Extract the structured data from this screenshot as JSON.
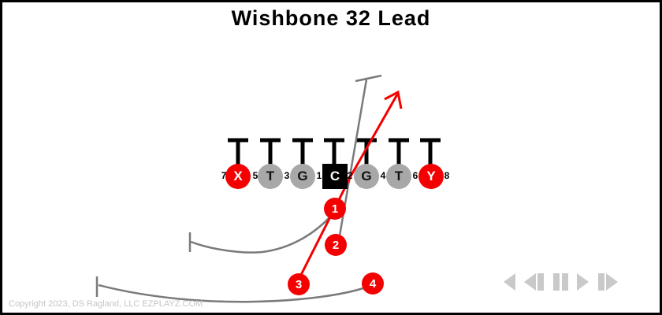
{
  "title": "Wishbone 32 Lead",
  "footer": {
    "copyright": "Copyright 2023, DS Ragland, LLC EZPLAYZ.COM"
  },
  "colors": {
    "route_red": "#f40000",
    "player_red": "#f40000",
    "player_gray": "#a8a8a8",
    "center_black": "#000000",
    "path_gray": "#7a7a7a",
    "marker_black": "#000000",
    "control_gray": "#c9c9c9",
    "copyright_gray": "#c5c5c5"
  },
  "formation": {
    "line_players": [
      {
        "pos": "X",
        "shape": "circle",
        "color": "red"
      },
      {
        "pos": "T",
        "shape": "circle",
        "color": "gray"
      },
      {
        "pos": "G",
        "shape": "circle",
        "color": "gray"
      },
      {
        "pos": "C",
        "shape": "square",
        "color": "black"
      },
      {
        "pos": "G",
        "shape": "circle",
        "color": "gray"
      },
      {
        "pos": "T",
        "shape": "circle",
        "color": "gray"
      },
      {
        "pos": "Y",
        "shape": "circle",
        "color": "red"
      }
    ],
    "hole_numbers": [
      {
        "num": "7"
      },
      {
        "num": "5"
      },
      {
        "num": "3"
      },
      {
        "num": "1"
      },
      {
        "num": "2"
      },
      {
        "num": "4"
      },
      {
        "num": "6"
      },
      {
        "num": "8"
      }
    ],
    "backs": [
      {
        "num": "1"
      },
      {
        "num": "2"
      },
      {
        "num": "3"
      },
      {
        "num": "4"
      }
    ],
    "defender_markers": "T-shape above each of the 7 linemen"
  },
  "routes": [
    {
      "from": "3",
      "style": "red solid line with open arrowhead",
      "through_hole": "2"
    },
    {
      "from": "2",
      "style": "gray line ending in block bar",
      "through_hole": "2"
    },
    {
      "from": "1",
      "style": "gray curve left ending in block bar"
    },
    {
      "from": "4",
      "style": "gray curve left ending in block bar"
    }
  ],
  "controls": [
    {
      "name": "rewind"
    },
    {
      "name": "step-back"
    },
    {
      "name": "pause"
    },
    {
      "name": "play"
    },
    {
      "name": "step-forward"
    }
  ]
}
